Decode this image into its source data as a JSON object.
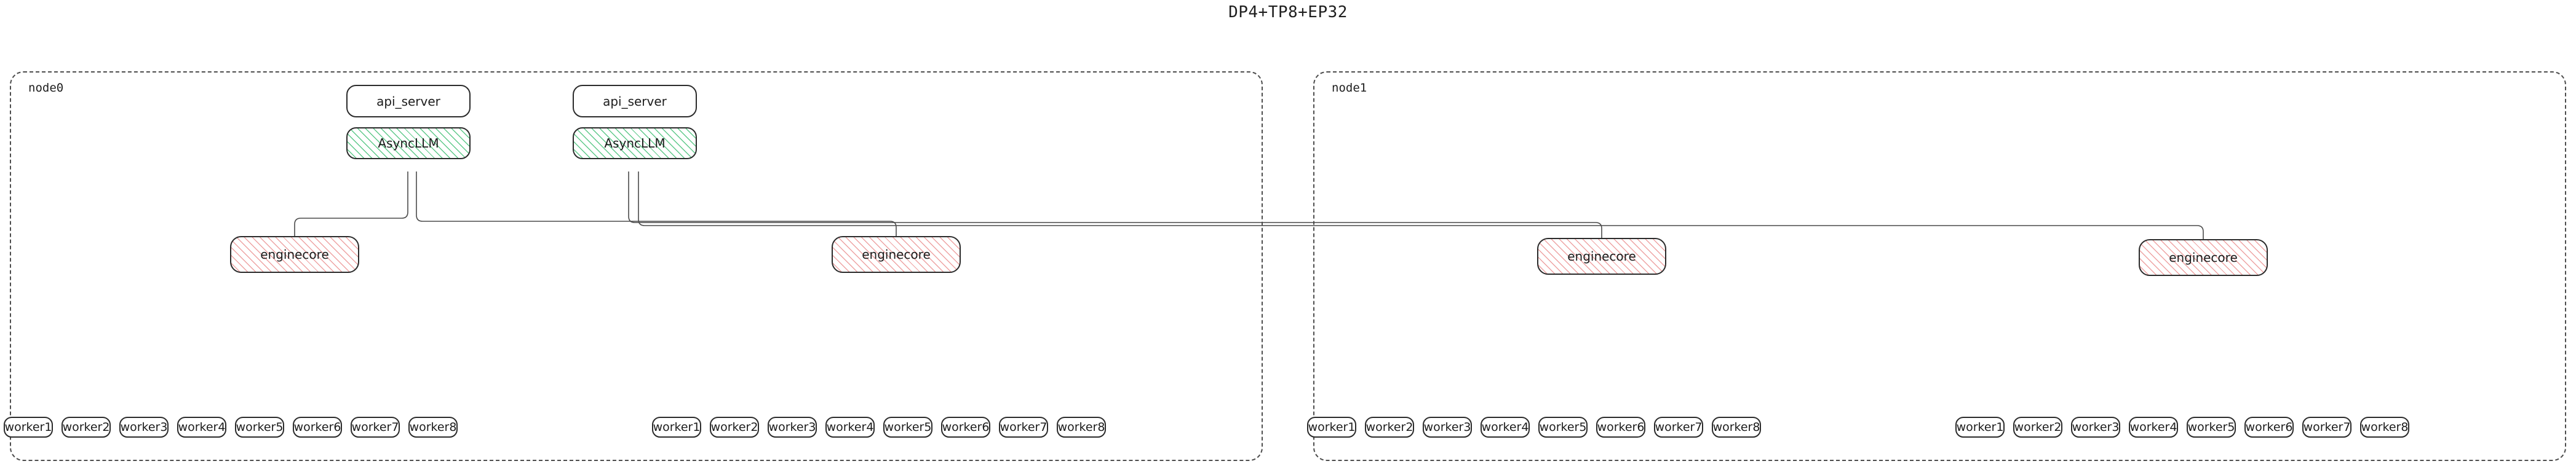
{
  "title": "DP4+TP8+EP32",
  "colors": {
    "asyncllm_hatch": "#5fc98a",
    "enginecore_hatch": "#eea3a3",
    "stroke": "#2b2b2b",
    "node_border": "#4d4d4d",
    "connector": "#4a4a4a",
    "background": "#ffffff"
  },
  "nodes": [
    {
      "id": "node0",
      "label": "node0",
      "api_servers": [
        {
          "label": "api_server"
        },
        {
          "label": "api_server"
        }
      ],
      "async_llms": [
        {
          "label": "AsyncLLM"
        },
        {
          "label": "AsyncLLM"
        }
      ],
      "enginecores": [
        {
          "label": "enginecore"
        },
        {
          "label": "enginecore"
        }
      ],
      "worker_groups": [
        {
          "workers": [
            {
              "label": "worker1"
            },
            {
              "label": "worker2"
            },
            {
              "label": "worker3"
            },
            {
              "label": "worker4"
            },
            {
              "label": "worker5"
            },
            {
              "label": "worker6"
            },
            {
              "label": "worker7"
            },
            {
              "label": "worker8"
            }
          ]
        },
        {
          "workers": [
            {
              "label": "worker1"
            },
            {
              "label": "worker2"
            },
            {
              "label": "worker3"
            },
            {
              "label": "worker4"
            },
            {
              "label": "worker5"
            },
            {
              "label": "worker6"
            },
            {
              "label": "worker7"
            },
            {
              "label": "worker8"
            }
          ]
        }
      ]
    },
    {
      "id": "node1",
      "label": "node1",
      "api_servers": [],
      "async_llms": [],
      "enginecores": [
        {
          "label": "enginecore"
        },
        {
          "label": "enginecore"
        }
      ],
      "worker_groups": [
        {
          "workers": [
            {
              "label": "worker1"
            },
            {
              "label": "worker2"
            },
            {
              "label": "worker3"
            },
            {
              "label": "worker4"
            },
            {
              "label": "worker5"
            },
            {
              "label": "worker6"
            },
            {
              "label": "worker7"
            },
            {
              "label": "worker8"
            }
          ]
        },
        {
          "workers": [
            {
              "label": "worker1"
            },
            {
              "label": "worker2"
            },
            {
              "label": "worker3"
            },
            {
              "label": "worker4"
            },
            {
              "label": "worker5"
            },
            {
              "label": "worker6"
            },
            {
              "label": "worker7"
            },
            {
              "label": "worker8"
            }
          ]
        }
      ]
    }
  ]
}
